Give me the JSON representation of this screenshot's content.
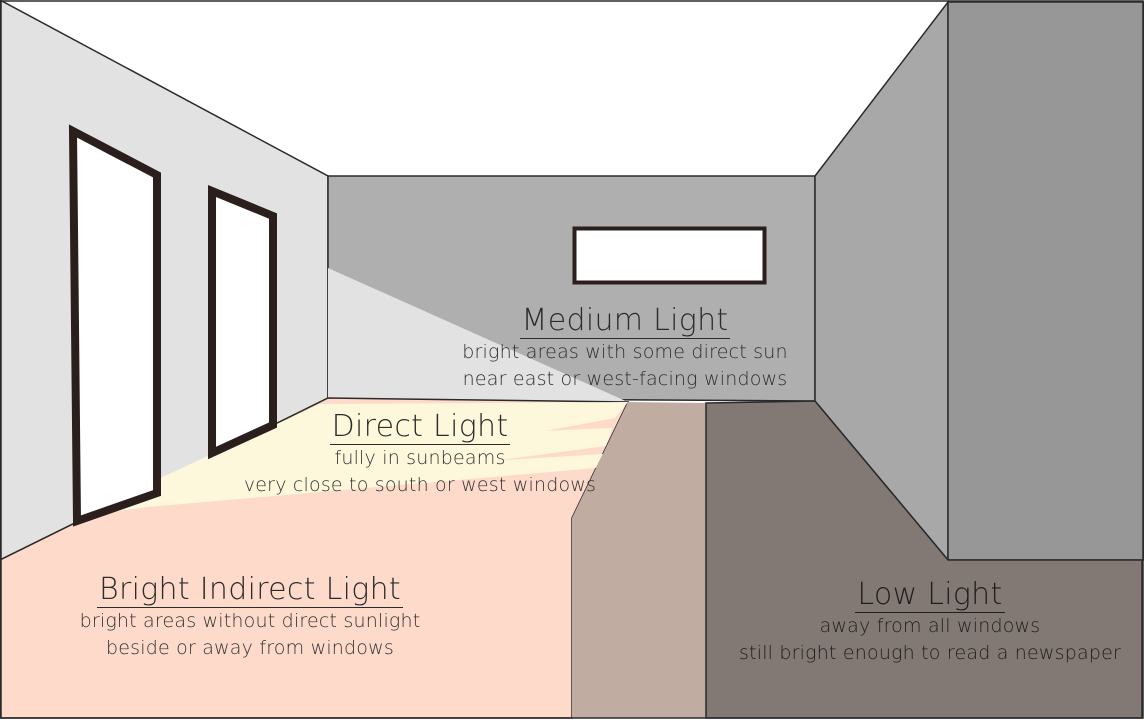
{
  "zones": {
    "medium": {
      "title": "Medium Light",
      "line1": "bright areas with some direct sun",
      "line2": "near east or west-facing windows"
    },
    "direct": {
      "title": "Direct Light",
      "line1": "fully in sunbeams",
      "line2": "very close to south or west windows"
    },
    "bright_indirect": {
      "title": "Bright Indirect Light",
      "line1": "bright areas without direct sunlight",
      "line2": "beside or away from windows"
    },
    "low": {
      "title": "Low Light",
      "line1": "away from all windows",
      "line2": "still bright enough to read a newspaper"
    }
  },
  "colors": {
    "ceiling": "#ffffff",
    "left_wall": "#e2e2e2",
    "back_wall": "#afafaf",
    "right_wall_inner": "#a8a8a8",
    "right_wall_outer": "#979797",
    "floor_bright": "#fddaca",
    "floor_sunbeam": "#fdf8dc",
    "floor_medium": "#c1aca2",
    "floor_low": "#827975",
    "window_frame": "#2a1f1c",
    "window_glass": "#ffffff"
  }
}
